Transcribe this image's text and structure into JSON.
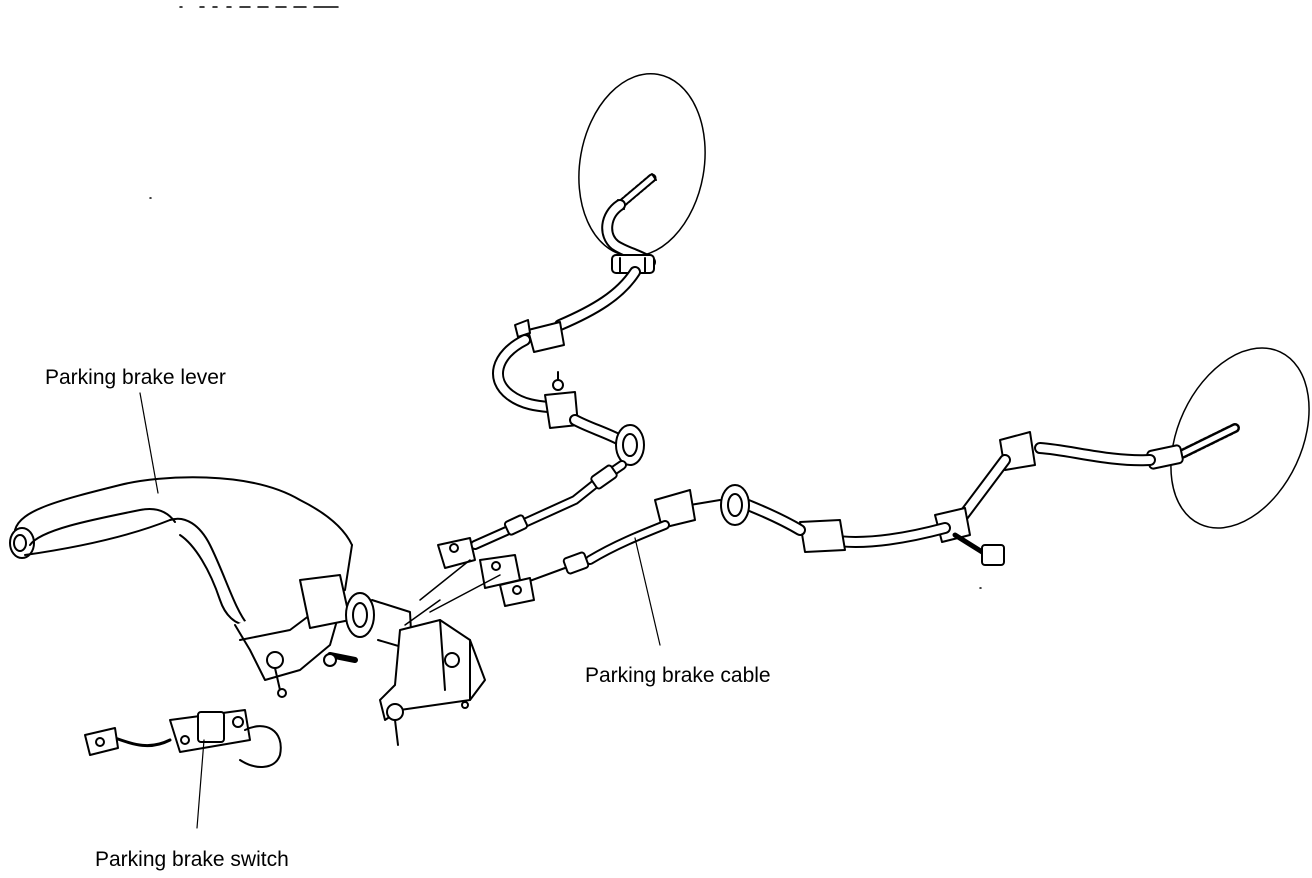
{
  "labels": {
    "lever": "Parking brake lever",
    "cable": "Parking brake cable",
    "switch": "Parking brake switch"
  },
  "colors": {
    "ink": "#000000",
    "background": "#ffffff"
  }
}
